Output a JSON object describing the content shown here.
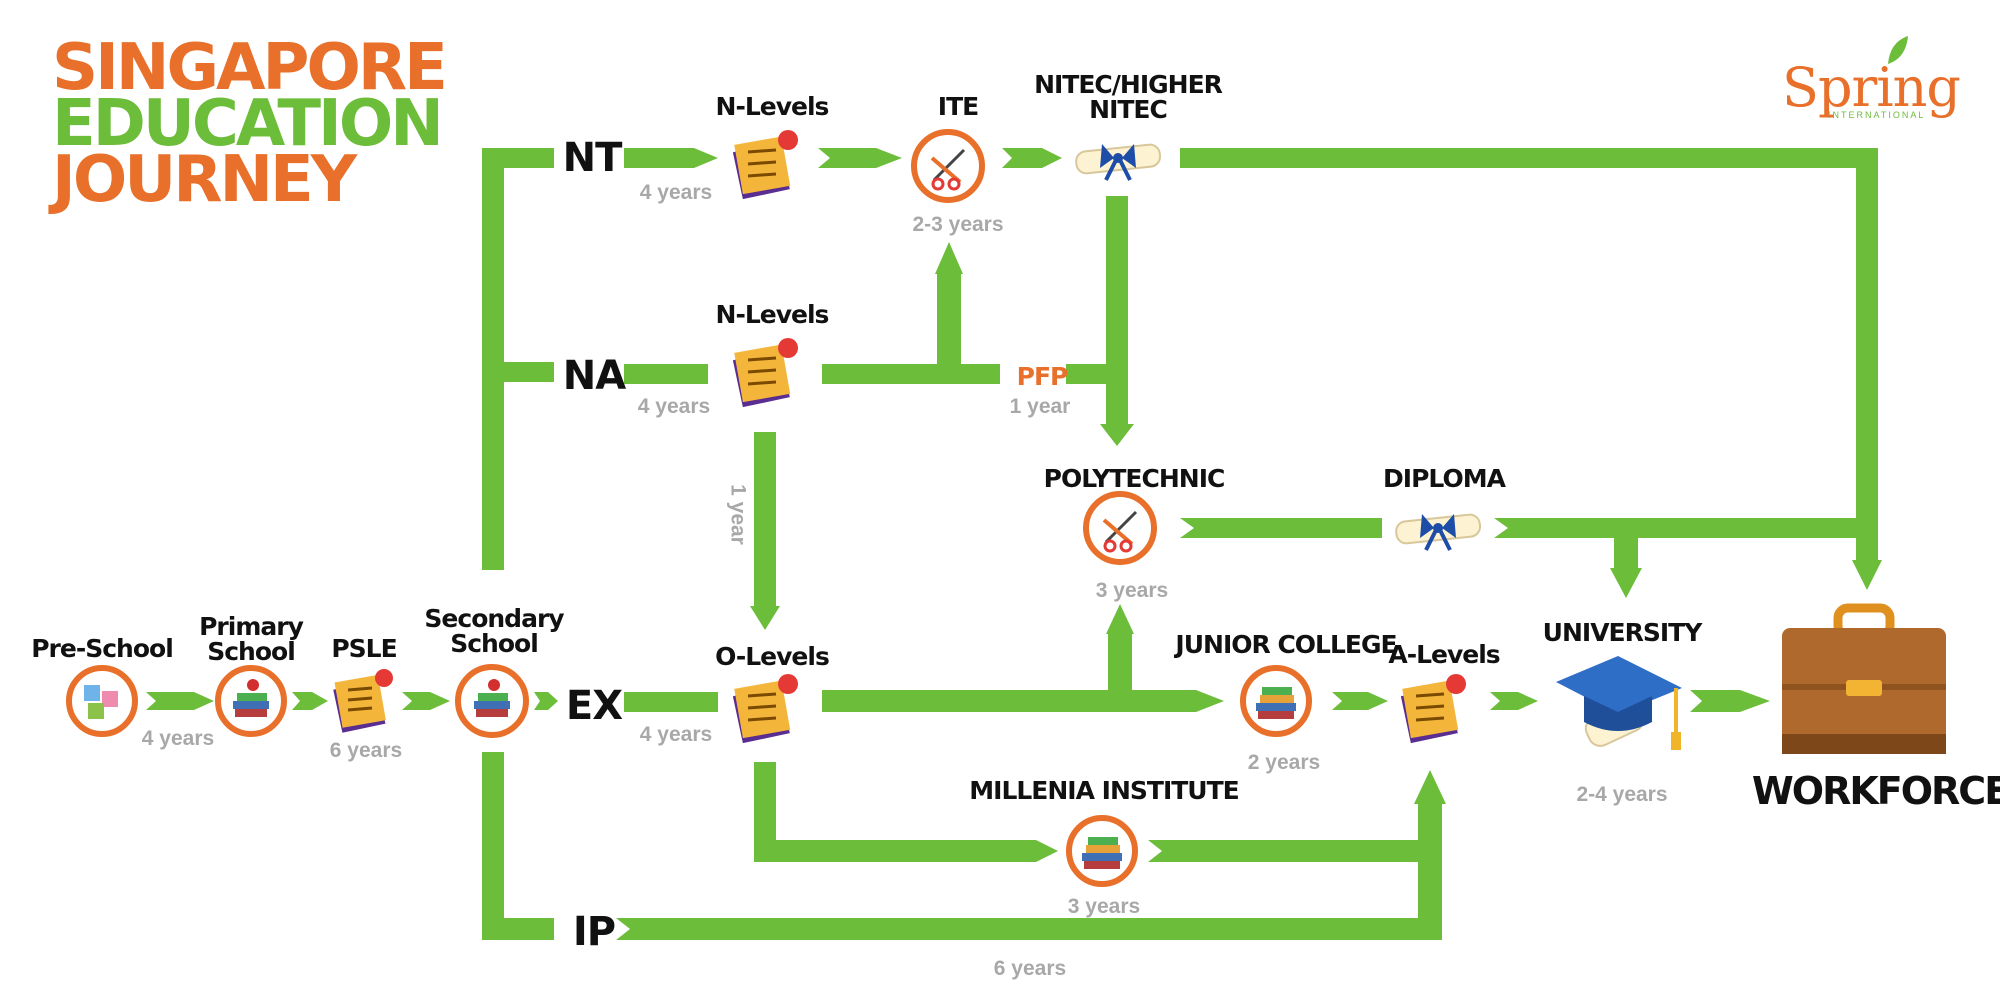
{
  "title": {
    "line1": "SINGAPORE",
    "line2": "EDUCATION",
    "line3": "JOURNEY",
    "colors": {
      "line1": "#e8702a",
      "line2": "#6cbd3a",
      "line3": "#e8702a"
    }
  },
  "logo": {
    "name": "Spring",
    "sub": "INTERNATIONAL",
    "color": "#e8702a",
    "leaf_color": "#6cbd3a"
  },
  "colors": {
    "flow": "#6cbd3a",
    "accent": "#e8702a",
    "duration": "#a8a8a8"
  },
  "nodes": {
    "preschool": {
      "label": "Pre-School",
      "icon": "toy-blocks-icon"
    },
    "primary": {
      "label_line1": "Primary",
      "label_line2": "School",
      "icon": "book-stack-apple-icon"
    },
    "psle": {
      "label": "PSLE",
      "icon": "exam-paper-icon"
    },
    "secondary": {
      "label_line1": "Secondary",
      "label_line2": "School",
      "icon": "book-stack-apple-icon"
    },
    "nlevels_nt": {
      "label": "N-Levels",
      "icon": "exam-paper-icon"
    },
    "nlevels_na": {
      "label": "N-Levels",
      "icon": "exam-paper-icon"
    },
    "ite": {
      "label": "ITE",
      "icon": "craft-tools-icon"
    },
    "nitec": {
      "label_line1": "NITEC/HIGHER",
      "label_line2": "NITEC",
      "icon": "diploma-scroll-icon"
    },
    "olevels": {
      "label": "O-Levels",
      "icon": "exam-paper-icon"
    },
    "polytechnic": {
      "label": "POLYTECHNIC",
      "icon": "craft-tools-icon"
    },
    "diploma": {
      "label": "DIPLOMA",
      "icon": "diploma-scroll-icon"
    },
    "junior_college": {
      "label": "JUNIOR COLLEGE",
      "icon": "book-stack-icon"
    },
    "millenia": {
      "label": "MILLENIA INSTITUTE",
      "icon": "book-stack-icon"
    },
    "alevels": {
      "label": "A-Levels",
      "icon": "exam-paper-icon"
    },
    "university": {
      "label": "UNIVERSITY",
      "icon": "graduation-cap-icon"
    },
    "workforce": {
      "label": "WORKFORCE",
      "icon": "briefcase-icon"
    }
  },
  "streams": {
    "nt": "NT",
    "na": "NA",
    "ex": "EX",
    "ip": "IP"
  },
  "pfp": "PFP",
  "durations": {
    "preschool_primary": "4 years",
    "psle": "6 years",
    "nt": "4 years",
    "na": "4 years",
    "ex": "4 years",
    "ite": "2-3 years",
    "pfp": "1 year",
    "na_to_olevels": "1 year",
    "polytechnic": "3 years",
    "junior_college": "2 years",
    "millenia": "3 years",
    "university": "2-4 years",
    "ip": "6 years"
  }
}
